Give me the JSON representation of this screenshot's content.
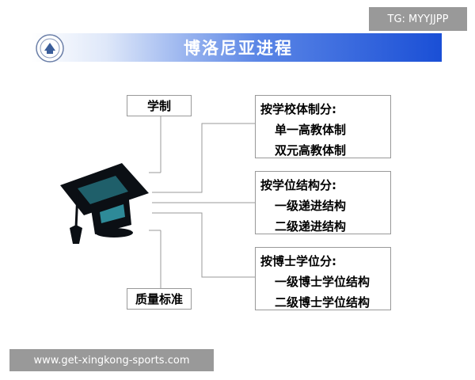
{
  "watermark": {
    "tg": "TG: MYYJJPP",
    "url": "www.get-xingkong-sports.com"
  },
  "slide": {
    "title": "博洛尼亚进程",
    "left_labels": {
      "top": "学制",
      "bottom": "质量标准"
    },
    "groups": [
      {
        "heading": "按学校体制分:",
        "items": [
          "单一高教体制",
          "双元高教体制"
        ]
      },
      {
        "heading": "按学位结构分:",
        "items": [
          "一级递进结构",
          "二级递进结构"
        ]
      },
      {
        "heading": "按博士学位分:",
        "items": [
          "一级博士学位结构",
          "二级博士学位结构"
        ]
      }
    ]
  },
  "colors": {
    "title_bar_dark": "#1a4fd6",
    "cap_dark": "#0b0f14",
    "cap_teal": "#1f5f6a",
    "line": "#999999"
  }
}
